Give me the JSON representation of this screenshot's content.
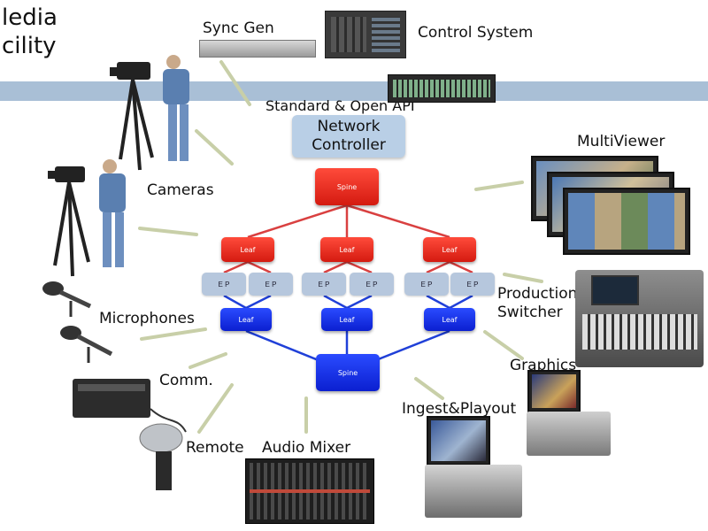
{
  "title": [
    "ledia",
    "cility"
  ],
  "network_controller": [
    "Network",
    "Controller"
  ],
  "api_label": "Standard & Open API",
  "spine_label": "Spine",
  "leaf_label": "Leaf",
  "ep_label": "E P",
  "labels": {
    "sync_gen": "Sync Gen",
    "control_system": "Control System",
    "multiviewer": "MultiViewer",
    "cameras": "Cameras",
    "production_switcher": [
      "Production",
      "Switcher"
    ],
    "microphones": "Microphones",
    "graphics": "Graphics",
    "comm": "Comm.",
    "ingest_playout": "Ingest&Playout",
    "remote": "Remote",
    "audio_mixer": "Audio Mixer"
  },
  "colors": {
    "band": "#a9bfd6",
    "spine_top": "#e0261a",
    "spine_bottom": "#1028e0",
    "red_links": "#d94040",
    "blue_links": "#2040d8",
    "connector": "#c8cfa8"
  }
}
